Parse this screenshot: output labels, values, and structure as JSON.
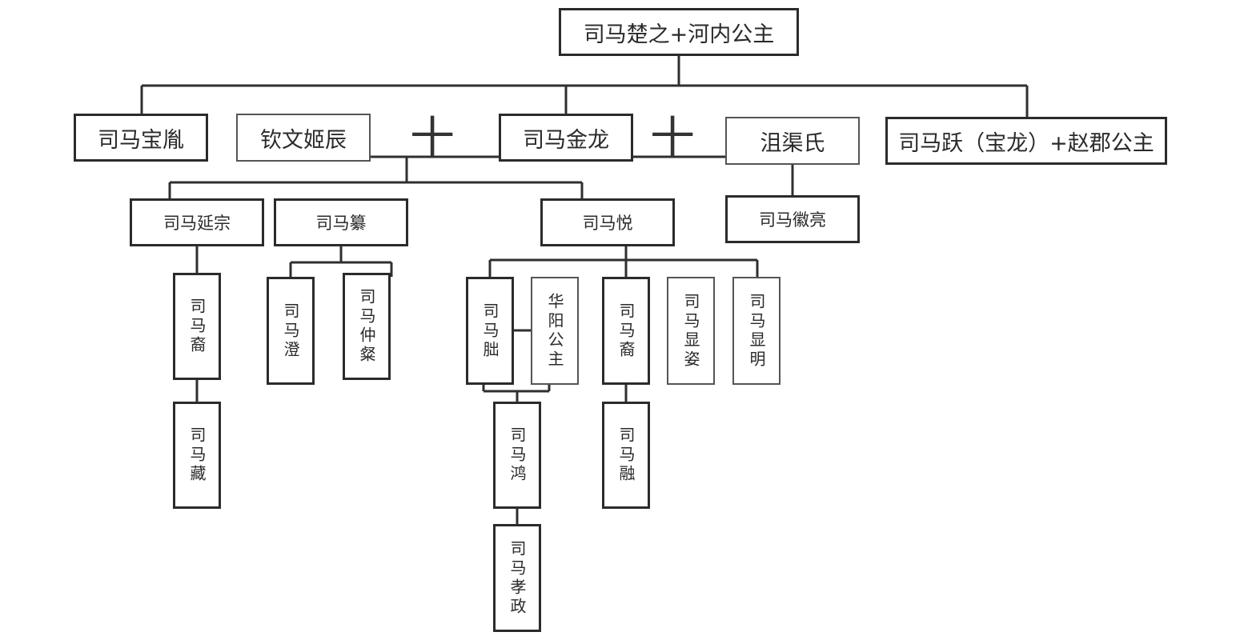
{
  "people": {
    "root": "司马楚之+河内公主",
    "baoyin": "司马宝胤",
    "qinwen": "钦文姬辰",
    "jinlong": "司马金龙",
    "juqu": "沮渠氏",
    "yue_baolong": "司马跃（宝龙）+赵郡公主",
    "yanzong": "司马延宗",
    "zuan": "司马纂",
    "yue": "司马悦",
    "huiliang": "司马徽亮",
    "yi_a": "司马裔",
    "cheng": "司马澄",
    "zhongcan": "司马仲粲",
    "fei": "司马朏",
    "huayang": "华阳公主",
    "yi_b": "司马裔",
    "xianzi": "司马显姿",
    "xianming": "司马显明",
    "cang": "司马藏",
    "hong": "司马鸿",
    "rong": "司马融",
    "xiaozheng": "司马孝政"
  },
  "marriage_symbol": "十"
}
